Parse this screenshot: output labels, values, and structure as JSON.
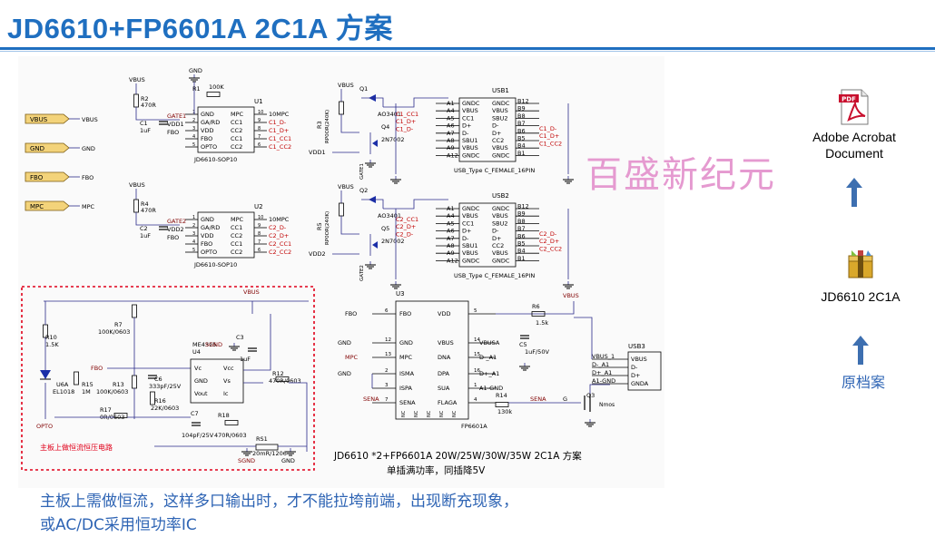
{
  "title": "JD6610+FP6601A  2C1A 方案",
  "watermark": "百盛新纪元",
  "attachments": [
    {
      "name": "Adobe Acrobat Document",
      "icon": "pdf-file-icon"
    },
    {
      "name": "JD6610 2C1A",
      "icon": "archive-file-icon"
    }
  ],
  "source_label": "原档案",
  "bottom_text_line1": "主板上需做恒流，这样多口输出时，才不能拉垮前端，出现断充现象，",
  "bottom_text_line2": "或AC/DC采用恒功率IC",
  "colors": {
    "title": "#1f6fc0",
    "text_blue": "#2e64b4",
    "net_red": "#c00000",
    "wire": "#2b2b8a",
    "part": "#800000",
    "watermark": "#e59ad0"
  },
  "schematic": {
    "net_flags": [
      "VBUS",
      "GND",
      "FBO",
      "MPC"
    ],
    "u1": {
      "ref": "U1",
      "part": "JD6610-SOP10",
      "left_pins": [
        "GND",
        "GA/RD",
        "VDD",
        "FBO",
        "OPTO"
      ],
      "right_pins": [
        "MPC",
        "CC1",
        "CC2",
        "CC1",
        "CC2"
      ],
      "left_nets": [
        "GATE1",
        "VDD1",
        "FBO"
      ],
      "right_nets": [
        "10MPC",
        "C1_D-",
        "C1_D+",
        "C1_CC1",
        "C1_CC2"
      ],
      "labels": [
        "VBUS",
        "R2",
        "470R",
        "C1",
        "1uF",
        "GND",
        "R1",
        "100K"
      ]
    },
    "u2": {
      "ref": "U2",
      "part": "JD6610-SOP10",
      "left_pins": [
        "GND",
        "GA/RD",
        "VDD",
        "FBO",
        "OPTO"
      ],
      "right_pins": [
        "MPC",
        "CC1",
        "CC2",
        "CC1",
        "CC2"
      ],
      "left_nets": [
        "GATE2",
        "VDD2",
        "FBO"
      ],
      "right_nets": [
        "10MPC",
        "C2_D-",
        "C2_D+",
        "C2_CC1",
        "C2_CC2"
      ],
      "labels": [
        "VBUS",
        "R4",
        "470R",
        "C2",
        "1uF"
      ]
    },
    "q_top": {
      "q1": "Q1",
      "q1_part": "AO3401",
      "q4": "Q4",
      "q4_part": "2N7002",
      "r3": "R3",
      "r3_val": "RP0OR(240K)",
      "vdd": "VDD1",
      "gate": "GATE1"
    },
    "q_bot": {
      "q2": "Q2",
      "q2_part": "AO3401",
      "q5": "Q5",
      "q5_part": "2N7002",
      "r5": "R5",
      "r5_val": "RP0OR(240K)",
      "vdd": "VDD2",
      "gate": "GATE2"
    },
    "usb1": {
      "ref": "USB1",
      "part": "USB_Type C_FEMALE_16PIN",
      "l_pins": [
        "A1",
        "A4",
        "A5",
        "A6",
        "A7",
        "A8",
        "A9",
        "A12"
      ],
      "l_names": [
        "GNDC",
        "VBUS",
        "CC1",
        "D+",
        "D-",
        "SBU1",
        "VBUS",
        "GNDC"
      ],
      "r_names": [
        "GNDC",
        "VBUS",
        "SBU2",
        "D-",
        "D+",
        "CC2",
        "VBUS",
        "GNDC"
      ],
      "r_pins": [
        "B12",
        "B9",
        "B8",
        "B7",
        "B6",
        "B5",
        "B4",
        "B1"
      ],
      "l_nets": [
        "C1_CC1",
        "C1_D+",
        "C1_D-"
      ],
      "r_nets": [
        "C1_D-",
        "C1_D+",
        "C1_CC2"
      ]
    },
    "usb2": {
      "ref": "USB2",
      "part": "USB_Type C_FEMALE_16PIN",
      "l_pins": [
        "A1",
        "A4",
        "A5",
        "A6",
        "A7",
        "A8",
        "A9",
        "A12"
      ],
      "l_names": [
        "GNDC",
        "VBUS",
        "CC1",
        "D+",
        "D-",
        "SBU1",
        "VBUS",
        "GNDC"
      ],
      "r_names": [
        "GNDC",
        "VBUS",
        "SBU2",
        "D-",
        "D+",
        "CC2",
        "VBUS",
        "GNDC"
      ],
      "r_pins": [
        "B12",
        "B9",
        "B8",
        "B7",
        "B6",
        "B5",
        "B4",
        "B1"
      ],
      "l_nets": [
        "C2_CC1",
        "C2_D+",
        "C2_D-"
      ],
      "r_nets": [
        "C2_D-",
        "C2_D+",
        "C2_CC2"
      ]
    },
    "cc_block": {
      "u4": "U4",
      "u4_part": "ME4315",
      "u4_pins": [
        "Vc",
        "GND",
        "Vout",
        "Vcc",
        "Vs",
        "Ic"
      ],
      "labels": [
        "VBUS",
        "R7",
        "100K/0603",
        "R10",
        "1.5K",
        "U6A",
        "EL1018",
        "R15",
        "1M",
        "OPTO",
        "R13",
        "100K/0603",
        "C6",
        "333pF/25V",
        "R16",
        "22K/0603",
        "R17",
        "0R/0603",
        "FBO",
        "C7",
        "104pF/25V",
        "R18",
        "470R/0603",
        "SGND",
        "C3",
        "1uF",
        "R12",
        "470R/0603",
        "RS1",
        "20mR/1206",
        "SGND",
        "GND"
      ],
      "caption": "主板上做恒流恒压电路"
    },
    "u3": {
      "ref": "U3",
      "part": "FP6601A",
      "left_pins": [
        "FBO",
        "GND",
        "MPC",
        "ISMA",
        "ISPA",
        "SENA"
      ],
      "left_nums": [
        "6",
        "12",
        "13",
        "2",
        "3",
        "7"
      ],
      "right_pins": [
        "VDD",
        "VBUS",
        "DNA",
        "DPA",
        "SUA",
        "FLAGA"
      ],
      "right_nums": [
        "5",
        "14",
        "15",
        "16",
        "1",
        "4"
      ],
      "right_nets": [
        "14 VBUSA",
        "D-_A1",
        "D+_A1",
        "A1-GND"
      ],
      "nc_pins": [
        "NC",
        "NC",
        "NC",
        "NC",
        "NC"
      ],
      "ext": [
        "VBUS",
        "R6",
        "1.5k",
        "C5",
        "1uF/50V",
        "R14",
        "130k",
        "SENA",
        "SENA",
        "G",
        "Q3",
        "Nmos",
        "GND",
        "MPC",
        "GND"
      ]
    },
    "usb3": {
      "ref": "USB3",
      "pins": [
        "VBUS",
        "D-",
        "D+",
        "GNDA"
      ],
      "nets": [
        "VBUS_1",
        "D-_A1",
        "D+_A1",
        "A1-GND"
      ]
    },
    "caption1": "JD6610 *2+FP6601A  20W/25W/30W/35W  2C1A 方案",
    "caption2": "单插满功率，同插降5V"
  }
}
